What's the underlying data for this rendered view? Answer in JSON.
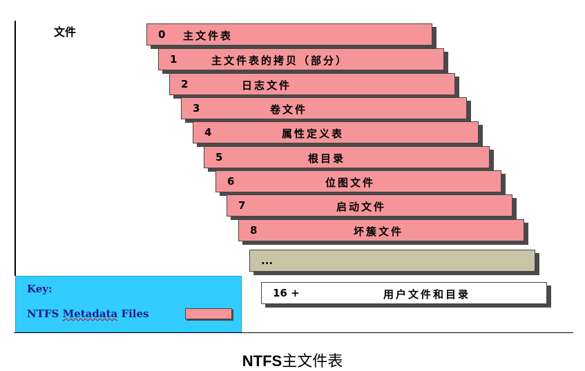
{
  "files_label": "文件",
  "records": [
    {
      "num": "0",
      "label": "主文件表"
    },
    {
      "num": "1",
      "label": "主文件表的拷贝（部分）"
    },
    {
      "num": "2",
      "label": "日志文件"
    },
    {
      "num": "3",
      "label": "卷文件"
    },
    {
      "num": "4",
      "label": "属性定义表"
    },
    {
      "num": "5",
      "label": "根目录"
    },
    {
      "num": "6",
      "label": "位图文件"
    },
    {
      "num": "7",
      "label": "启动文件"
    },
    {
      "num": "8",
      "label": "坏簇文件"
    }
  ],
  "ellipsis_record": {
    "label": "..."
  },
  "user_record": {
    "num": "16 +",
    "label": "用户文件和目录"
  },
  "key": {
    "title": "Key:",
    "metadata_label_part1": "NTFS ",
    "metadata_label_part2": "Metadata",
    "metadata_label_part3": " Files"
  },
  "caption": {
    "latin": "NTFS",
    "cjk": "主文件表"
  },
  "colors": {
    "metadata_fill": "#f5959a",
    "ellipsis_fill": "#c9c4a6",
    "user_fill": "#ffffff",
    "key_fill": "#33ccff",
    "shadow": "#4a4a4a"
  }
}
